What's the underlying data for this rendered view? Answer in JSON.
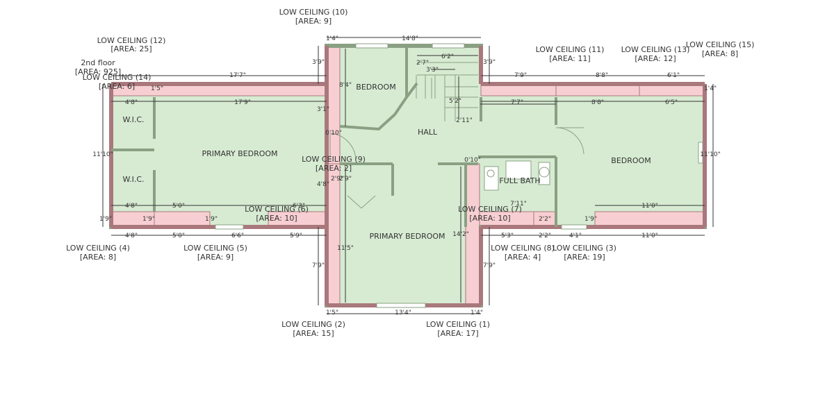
{
  "floor": {
    "name": "2nd floor",
    "area": "[AREA: 925]"
  },
  "colors": {
    "floor": "#d7ebd2",
    "wall": "#8aa083",
    "lowceiling_fill": "#f7cfd2",
    "lowceiling_wall": "#a9787c",
    "dimline": "#333333"
  },
  "rooms": {
    "bedroom_top": "BEDROOM",
    "hall": "HALL",
    "primary_bedroom_left": "PRIMARY BEDROOM",
    "wic_top": "W.I.C.",
    "wic_bottom": "W.I.C.",
    "primary_bedroom_bottom": "PRIMARY BEDROOM",
    "full_bath": "FULL BATH",
    "bedroom_right": "BEDROOM"
  },
  "low_ceilings": [
    {
      "name": "LOW CEILING (10)",
      "area": "[AREA: 9]"
    },
    {
      "name": "LOW CEILING (12)",
      "area": "[AREA: 25]"
    },
    {
      "name": "LOW CEILING (14)",
      "area": "[AREA: 6]"
    },
    {
      "name": "LOW CEILING (11)",
      "area": "[AREA: 11]"
    },
    {
      "name": "LOW CEILING (13)",
      "area": "[AREA: 12]"
    },
    {
      "name": "LOW CEILING (15)",
      "area": "[AREA: 8]"
    },
    {
      "name": "LOW CEILING (9)",
      "area": "[AREA: 2]"
    },
    {
      "name": "LOW CEILING (6)",
      "area": "[AREA: 10]"
    },
    {
      "name": "LOW CEILING (7)",
      "area": "[AREA: 10]"
    },
    {
      "name": "LOW CEILING (4)",
      "area": "[AREA: 8]"
    },
    {
      "name": "LOW CEILING (5)",
      "area": "[AREA: 9]"
    },
    {
      "name": "LOW CEILING (8)",
      "area": "[AREA: 4]"
    },
    {
      "name": "LOW CEILING (3)",
      "area": "[AREA: 19]"
    },
    {
      "name": "LOW CEILING (2)",
      "area": "[AREA: 15]"
    },
    {
      "name": "LOW CEILING (1)",
      "area": "[AREA: 17]"
    }
  ],
  "dimensions": {
    "d1": "1'4\"",
    "d2": "14'8\"",
    "d3": "3'9\"",
    "d4": "6'2\"",
    "d5": "2'7\"",
    "d6": "3'3\"",
    "d7": "8'4\"",
    "d8": "5'2\"",
    "d9": "2'11\"",
    "d10": "3'9\"",
    "d11": "7'9\"",
    "d12": "8'8\"",
    "d13": "6'1\"",
    "d14": "17'7\"",
    "d15": "17'9\"",
    "d16": "4'8\"",
    "d17": "1'5\"",
    "d18": "3'1\"",
    "d19": "0'10\"",
    "d20": "7'7\"",
    "d21": "8'8\"",
    "d22": "6'5\"",
    "d23": "1'4\"",
    "d24": "11'10\"",
    "d25": "11'10\"",
    "d26": "0'10\"",
    "d27": "4'8\"",
    "d28": "2'9\"",
    "d29": "2'9\"",
    "d30": "4'8\"",
    "d31": "5'0\"",
    "d32": "6'3\"",
    "d33": "7'11\"",
    "d34": "11'0\"",
    "d35": "1'9\"",
    "d36": "1'9\"",
    "d37": "2'2\"",
    "d38": "4'8\"",
    "d39": "5'0\"",
    "d40": "6'6\"",
    "d41": "5'9\"",
    "d42": "5'3\"",
    "d43": "2'2\"",
    "d44": "4'1\"",
    "d45": "11'0\"",
    "d46": "11'5\"",
    "d47": "14'2\"",
    "d48": "7'9\"",
    "d49": "7'9\"",
    "d50": "1'5\"",
    "d51": "13'4\"",
    "d52": "1'4\"",
    "d53": "1'9\"",
    "d54": "1'9\""
  }
}
